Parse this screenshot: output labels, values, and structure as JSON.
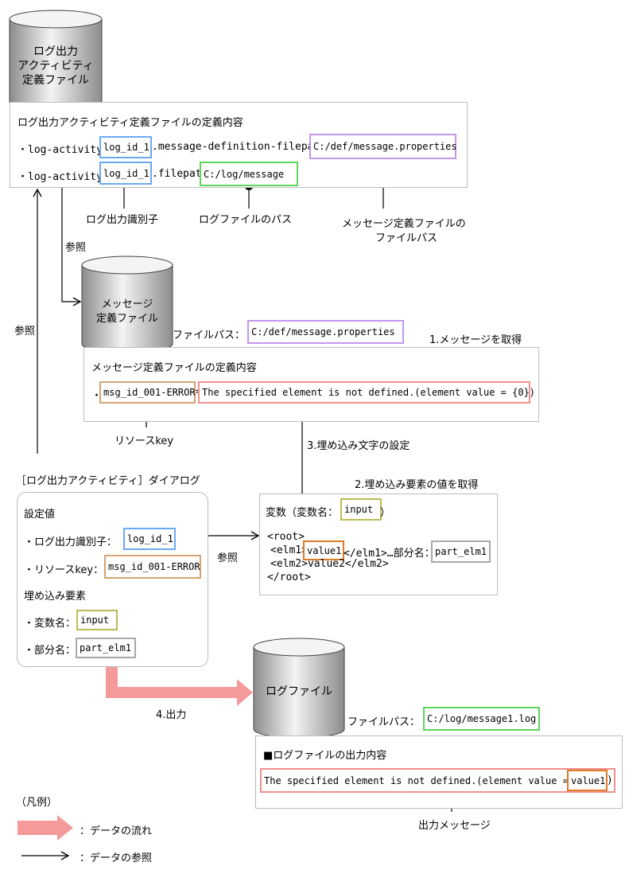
{
  "cyl_logdef": {
    "line1": "ログ出力",
    "line2": "アクティビティ",
    "line3": "定義ファイル"
  },
  "cyl_msgdef": {
    "line1": "メッセージ",
    "line2": "定義ファイル"
  },
  "cyl_logfile": {
    "line1": "ログファイル"
  },
  "logdef_box": {
    "title": "ログ出力アクティビティ定義ファイルの定義内容",
    "row1_prefix": "・log-activity.",
    "row1_id": "log_id_1",
    "row1_mid": ".message-definition-filepath=",
    "row1_path": "C:/def/message.properties",
    "row2_prefix": "・log-activity.",
    "row2_id": "log_id_1",
    "row2_mid": ".filepath=",
    "row2_path": "C:/log/message"
  },
  "callouts": {
    "log_id": "ログ出力識別子",
    "log_path": "ログファイルのパス",
    "msg_path_1": "メッセージ定義ファイルの",
    "msg_path_2": "ファイルパス",
    "resource_key": "リソースkey",
    "output_msg": "出力メッセージ"
  },
  "ref_labels": {
    "ref1": "参照",
    "ref2": "参照",
    "ref3": "参照"
  },
  "msgdef_filepath": {
    "label": "ファイルパス：",
    "value": "C:/def/message.properties"
  },
  "step1": "1.メッセージを取得",
  "step2": "2.埋め込み要素の値を取得",
  "step3": "3.埋め込み文字の設定",
  "step4": "4.出力",
  "msgdef_box": {
    "title": "メッセージ定義ファイルの定義内容",
    "bullet": "・",
    "key": "msg_id_001-ERROR",
    "eq": "=",
    "message": "The specified element is not defined.(element value = {0})"
  },
  "dialog": {
    "caption": "［ログ出力アクティビティ］ダイアログ",
    "settings": "設定値",
    "id_label": "・ログ出力識別子：",
    "id_value": "log_id_1",
    "key_label": "・リソースkey：",
    "key_value": "msg_id_001-ERROR",
    "embed": "埋め込み要素",
    "var_label": "・変数名：",
    "var_value": "input",
    "part_label": "・部分名：",
    "part_value": "part_elm1"
  },
  "variable_box": {
    "title": "変数（変数名：",
    "var": "input",
    "close": "）",
    "l1": "<root>",
    "l2a": "<elm1>",
    "l2v": "value1",
    "l2b": "</elm1>…部分名：",
    "l2p": "part_elm1",
    "l3": "<elm2>value2</elm2>",
    "l4": "</root>"
  },
  "logfile_filepath": {
    "label": "ファイルパス：",
    "value": "C:/log/message1.log"
  },
  "logfile_box": {
    "title": "■ログファイルの出力内容",
    "message": "The specified element is not defined.(element value = ",
    "value": "value1",
    "close": ")"
  },
  "legend": {
    "title": "（凡例）",
    "flow": "：データの流れ",
    "ref": "：データの参照"
  },
  "colors": {
    "flow_arrow": "#f59a9a",
    "cylinder_dark": "#8c8c8c",
    "cylinder_light": "#f4f4f4"
  }
}
